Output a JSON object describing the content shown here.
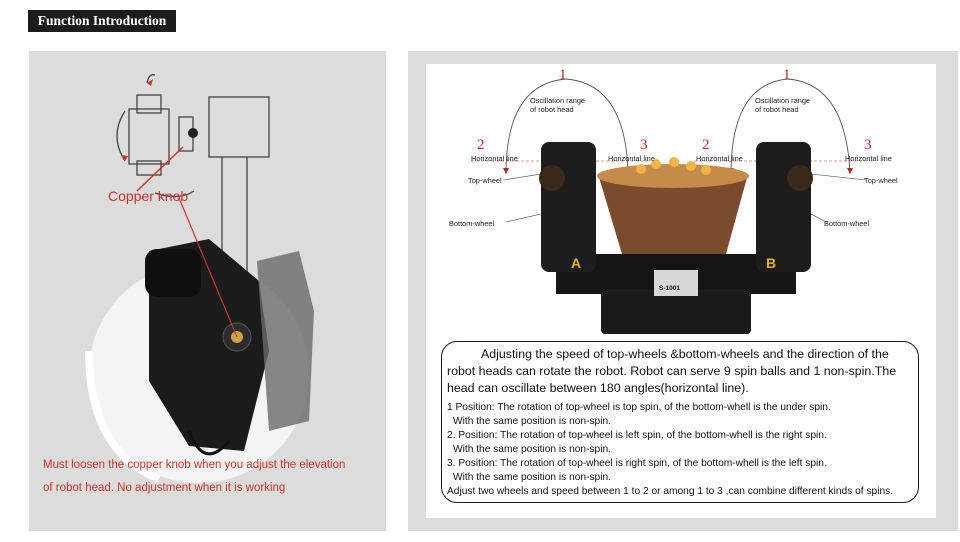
{
  "header": {
    "title": "Function Introduction"
  },
  "left": {
    "knob_label": "Copper knob",
    "warning_line1": "Must loosen the copper knob when you adjust the elevation",
    "warning_line2": "of robot head. No adjustment when it is working"
  },
  "diagram": {
    "num1": "1",
    "num2": "2",
    "num3": "3",
    "oscillation": "Oscillation range",
    "of_robot_head": "of robot head",
    "horizontal_line": "Horizontal line",
    "top_wheel": "Top-wheel",
    "bottom_wheel": "Bottom-wheel",
    "head_a": "A",
    "head_b": "B",
    "model": "S-1001"
  },
  "description": {
    "intro": "Adjusting the speed of  top-wheels &bottom-wheels and the direction of the robot heads can rotate the robot. Robot can serve 9 spin balls and 1 non-spin.The head can oscillate between 180 angles(horizontal line).",
    "p1": "1 Position: The rotation of top-wheel is top spin, of the bottom-whell is the under spin.",
    "p1b": "With the same position is non-spin.",
    "p2": "2. Position: The rotation of top-wheel is left spin, of the bottom-whell is the right spin.",
    "p2b": "With the same position is non-spin.",
    "p3": "3. Position: The rotation of top-wheel is right spin, of the bottom-whell is the left spin.",
    "p3b": "With the same position is non-spin.",
    "summary": "Adjust two wheels and speed between 1 to 2 or among 1 to 3 ,can combine different kinds of spins."
  }
}
